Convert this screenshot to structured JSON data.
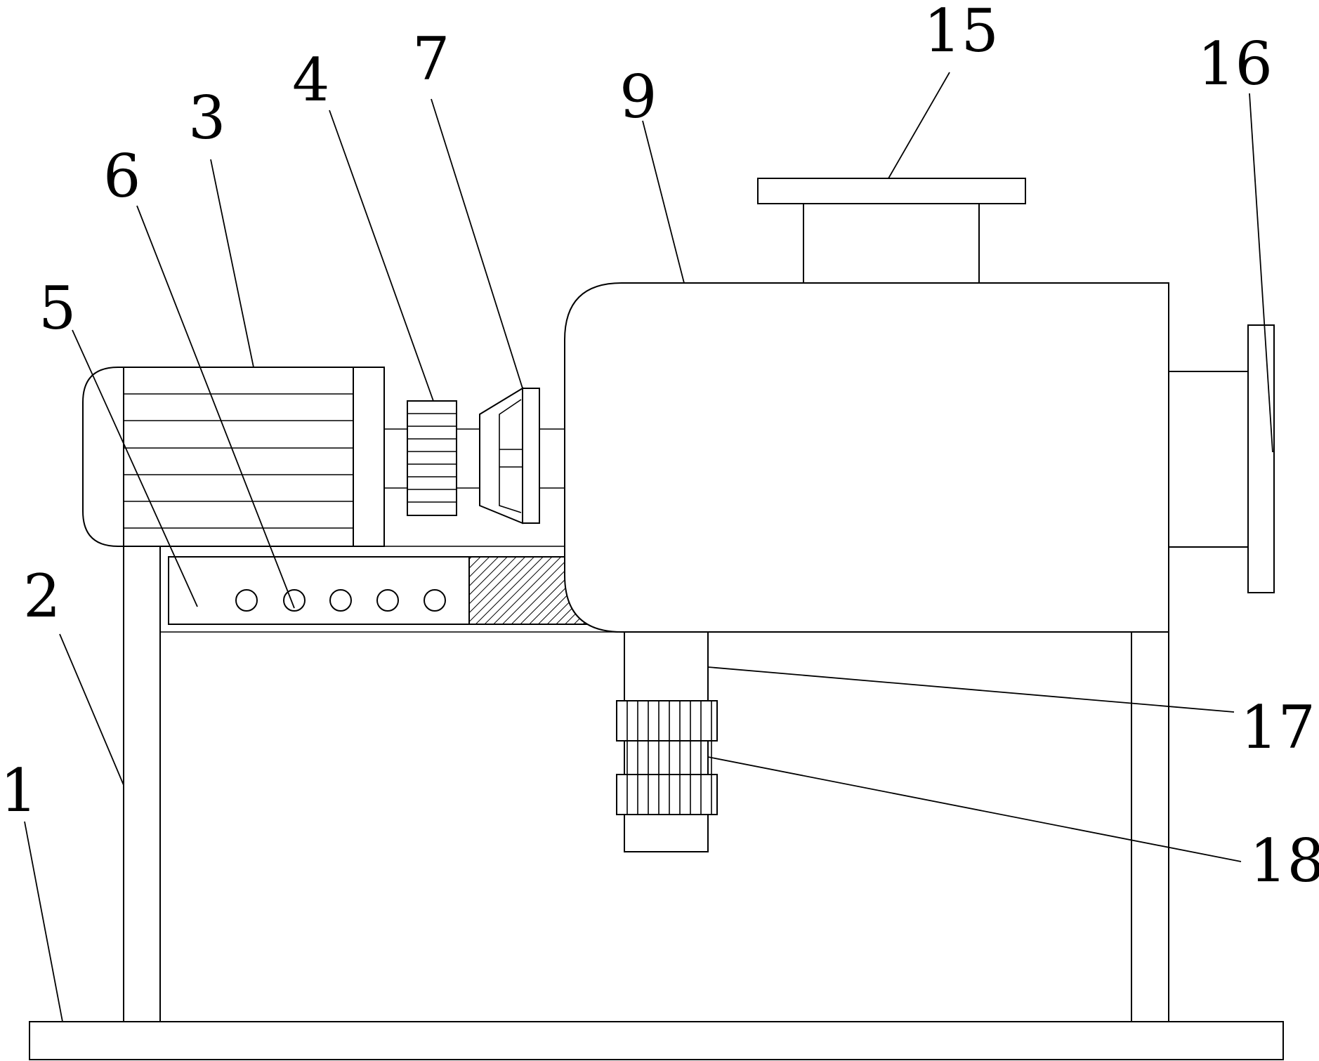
{
  "labels": {
    "l1": "1",
    "l2": "2",
    "l3": "3",
    "l4": "4",
    "l5": "5",
    "l6": "6",
    "l7": "7",
    "l9": "9",
    "l15": "15",
    "l16": "16",
    "l17": "17",
    "l18": "18"
  },
  "control_panel": {
    "button_count": 5
  },
  "colors": {
    "stroke": "#000000",
    "background": "#ffffff"
  }
}
